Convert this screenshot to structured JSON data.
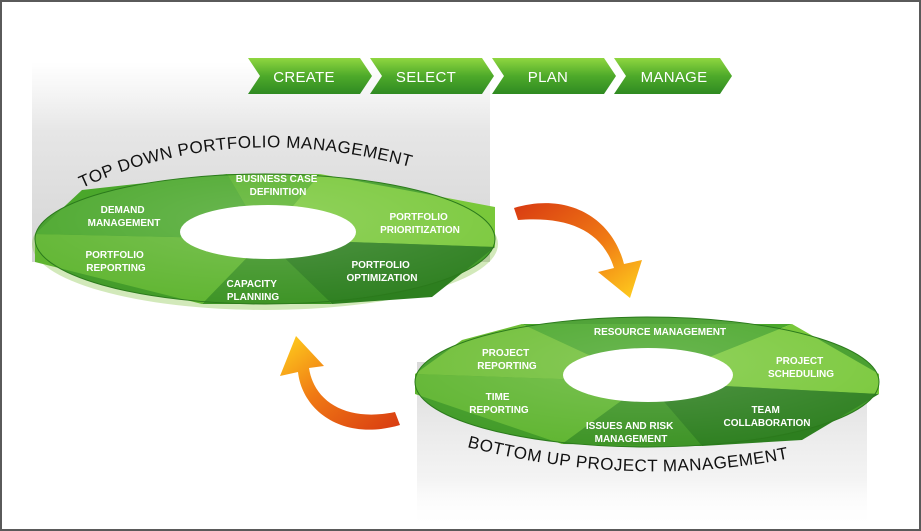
{
  "process_steps": [
    "CREATE",
    "SELECT",
    "PLAN",
    "MANAGE"
  ],
  "top_ring": {
    "title": "TOP DOWN PORTFOLIO MANAGEMENT",
    "segments": {
      "business_case": [
        "BUSINESS CASE",
        "DEFINITION"
      ],
      "portfolio_prioritization": [
        "PORTFOLIO",
        "PRIORITIZATION"
      ],
      "portfolio_optimization": [
        "PORTFOLIO",
        "OPTIMIZATION"
      ],
      "capacity_planning": [
        "CAPACITY",
        "PLANNING"
      ],
      "portfolio_reporting": [
        "PORTFOLIO",
        "REPORTING"
      ],
      "demand_management": [
        "DEMAND",
        "MANAGEMENT"
      ]
    }
  },
  "bottom_ring": {
    "title": "BOTTOM UP PROJECT MANAGEMENT",
    "segments": {
      "resource_management": [
        "RESOURCE MANAGEMENT"
      ],
      "project_scheduling": [
        "PROJECT",
        "SCHEDULING"
      ],
      "team_collaboration": [
        "TEAM",
        "COLLABORATION"
      ],
      "issues_risk": [
        "ISSUES AND RISK",
        "MANAGEMENT"
      ],
      "time_reporting": [
        "TIME",
        "REPORTING"
      ],
      "project_reporting": [
        "PROJECT",
        "REPORTING"
      ]
    }
  },
  "colors": {
    "green_light": "#8cd33c",
    "green_mid": "#4fae2c",
    "green_dark": "#23761d",
    "arrow_orange": "#f07a14",
    "arrow_yellow": "#ffd21e",
    "arrow_red": "#d83a12"
  }
}
